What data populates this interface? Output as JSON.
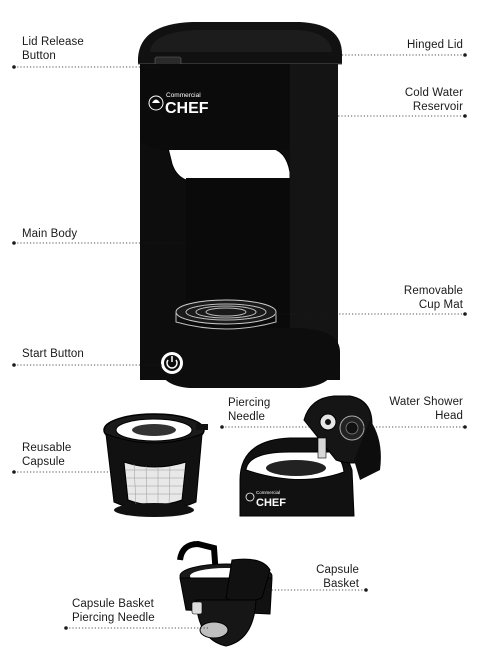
{
  "brand": {
    "small": "Commercial",
    "large": "CHEF"
  },
  "labels": {
    "lid_release": [
      "Lid Release",
      "Button"
    ],
    "hinged_lid": "Hinged Lid",
    "cold_water": [
      "Cold Water",
      "Reservoir"
    ],
    "main_body": "Main Body",
    "cup_mat": [
      "Removable",
      "Cup Mat"
    ],
    "start_button": "Start Button",
    "piercing_needle": [
      "Piercing",
      "Needle"
    ],
    "shower_head": [
      "Water Shower",
      "Head"
    ],
    "reusable_capsule": [
      "Reusable",
      "Capsule"
    ],
    "capsule_basket": [
      "Capsule",
      "Basket"
    ],
    "basket_needle": [
      "Capsule Basket",
      "Piercing Needle"
    ]
  }
}
